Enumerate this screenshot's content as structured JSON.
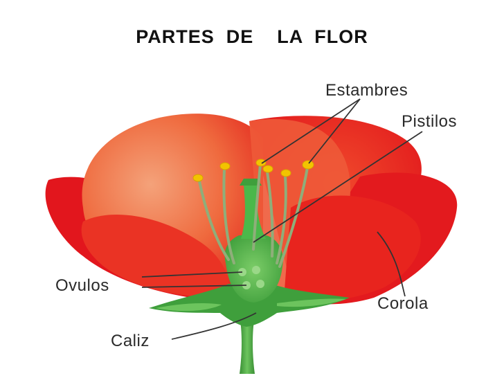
{
  "title": "PARTES  DE    LA  FLOR",
  "labels": {
    "estambres": "Estambres",
    "pistilos": "Pistilos",
    "ovulos": "Ovulos",
    "corola": "Corola",
    "caliz": "Caliz"
  },
  "colors": {
    "petal_dark": "#e8141c",
    "petal_light": "#f08a5a",
    "pistil": "#4bb84a",
    "calyx": "#3f9f3c",
    "anther": "#f2c400"
  }
}
